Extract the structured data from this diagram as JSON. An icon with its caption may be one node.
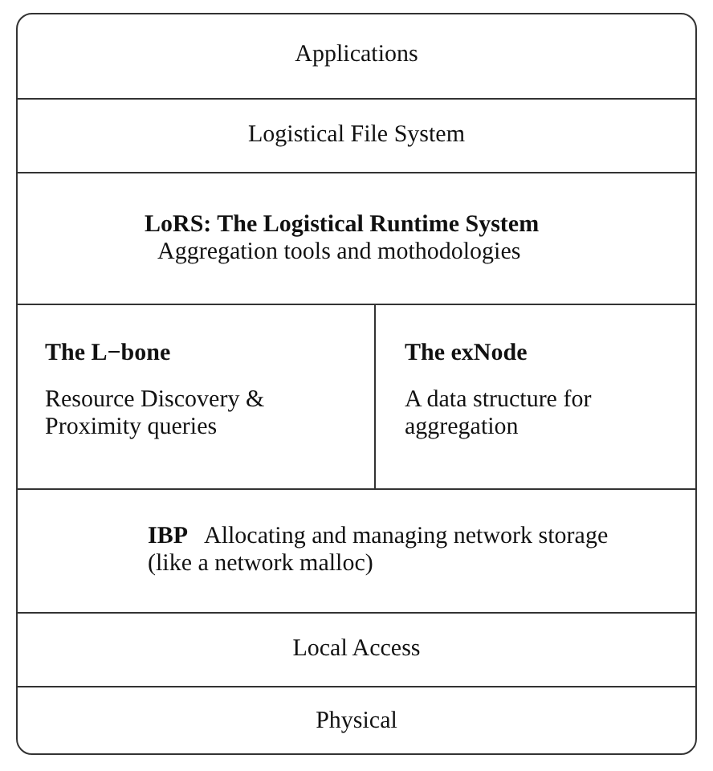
{
  "diagram": {
    "nodes": [
      {
        "text": [
          "Applications"
        ]
      },
      {
        "text": [
          "Logistical File System"
        ]
      },
      {
        "text": [
          "LoRS: The Logistical Runtime System",
          "Aggregation tools and mothodologies"
        ]
      },
      {
        "text": [
          "The L−bone",
          "Resource Discovery & Proximity queries"
        ]
      },
      {
        "text": [
          "The exNode",
          "A data structure for aggregation"
        ]
      },
      {
        "text": [
          "IBP",
          "Allocating and managing network storage (like a network malloc)"
        ]
      },
      {
        "text": [
          "Local Access"
        ]
      },
      {
        "text": [
          "Physical"
        ]
      }
    ]
  }
}
